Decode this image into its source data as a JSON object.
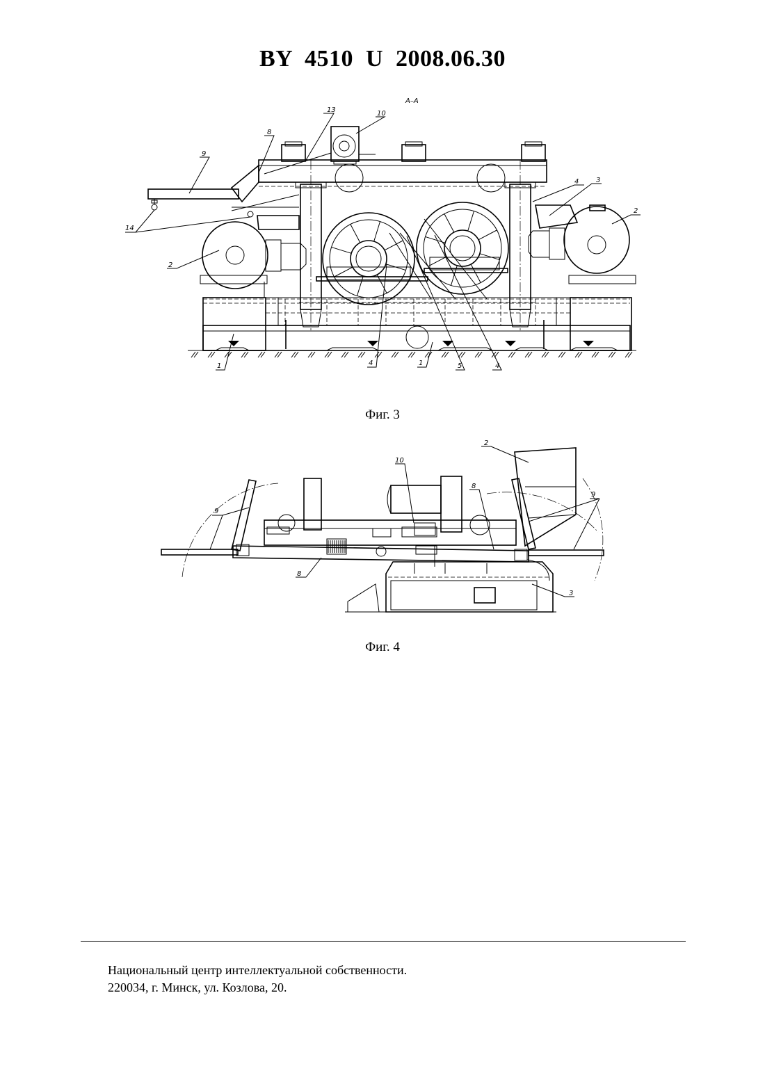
{
  "header": {
    "doc_number": "BY  4510  U  2008.06.30"
  },
  "figure3": {
    "section_label": "А–А",
    "caption": "Фиг. 3",
    "callouts": [
      "13",
      "10",
      "8",
      "9",
      "14",
      "2",
      "4",
      "3",
      "2",
      "1",
      "4",
      "1",
      "5",
      "4"
    ]
  },
  "figure4": {
    "caption": "Фиг. 4",
    "callouts": [
      "2",
      "10",
      "8",
      "9",
      "9",
      "8",
      "3"
    ]
  },
  "footer": {
    "line1": "Национальный центр интеллектуальной собственности.",
    "line2": "220034, г. Минск, ул. Козлова, 20."
  }
}
